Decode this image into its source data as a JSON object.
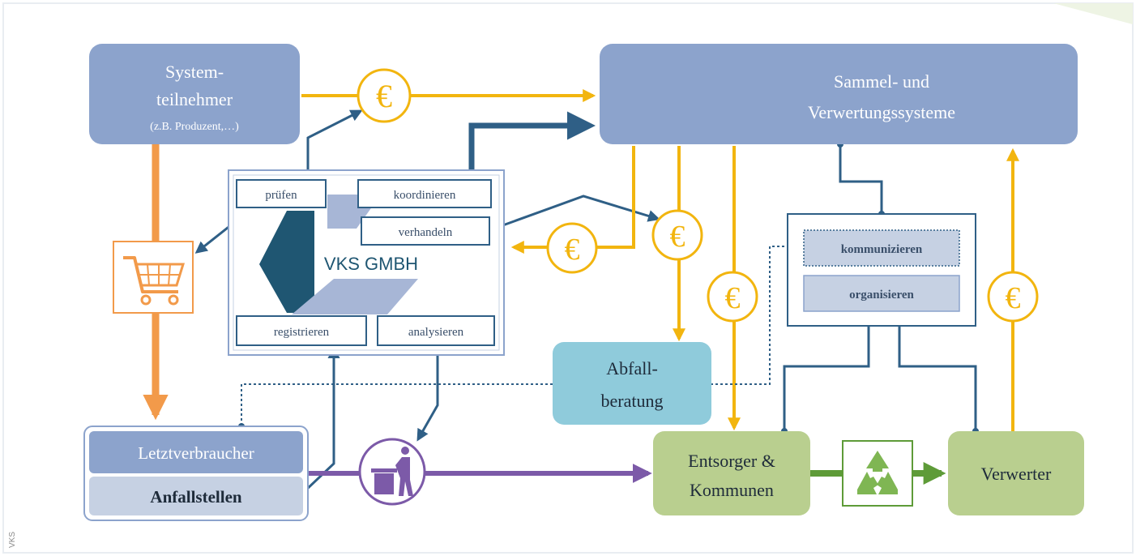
{
  "diagram": {
    "system_participants": {
      "line1": "System-",
      "line2": "teilnehmer",
      "sub": "(z.B. Produzent,…)"
    },
    "collection_systems": {
      "line1": "Sammel- und",
      "line2": "Verwertungssysteme"
    },
    "vks": {
      "name": "VKS GMBH",
      "check": "prüfen",
      "coordinate": "koordinieren",
      "negotiate": "verhandeln",
      "register": "registrieren",
      "analyze": "analysieren"
    },
    "org_unit": {
      "communicate": "kommunizieren",
      "organize": "organisieren"
    },
    "waste_advice": {
      "line1": "Abfall-",
      "line2": "beratung"
    },
    "end_consumer": {
      "top": "Letztverbraucher",
      "bottom": "Anfallstellen"
    },
    "disposers": {
      "line1": "Entsorger &",
      "line2": "Kommunen"
    },
    "recyclers": "Verwerter",
    "currency_symbol": "€",
    "credit": "VKS",
    "icons": [
      "shopping-cart-icon",
      "trash-bin-icon",
      "recycle-icon",
      "euro-icon"
    ],
    "colors": {
      "box_blue": "#8CA3CC",
      "box_light": "#C6D1E3",
      "teal_box": "#8FCBDB",
      "green_box": "#B9CF8F",
      "gold": "#F2B50F",
      "orange": "#F29A4A",
      "navy": "#2F5F86",
      "dark_teal": "#2C5E7E",
      "purple": "#7C5AA8",
      "green_arrow": "#5E9B38"
    }
  }
}
